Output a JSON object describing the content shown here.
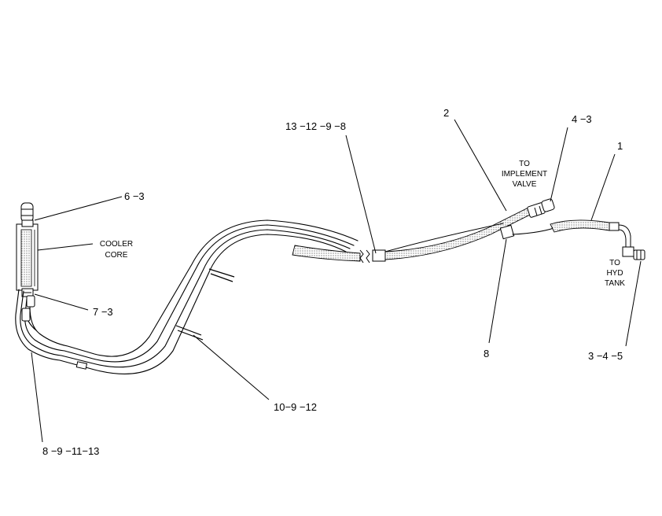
{
  "callouts": {
    "c_6_3": "6 −3",
    "c_7_3": "7 −3",
    "c_8_9_11_13": "8 −9 −11−13",
    "c_10_9_12": "10−9 −12",
    "c_13_12_9_8": "13 −12 −9 −8",
    "c_2": "2",
    "c_4_3": "4 −3",
    "c_1": "1",
    "c_8": "8",
    "c_3_4_5": "3 −4 −5"
  },
  "notes": {
    "cooler_line1": "COOLER",
    "cooler_line2": "CORE",
    "impl_line1": "TO",
    "impl_line2": "IMPLEMENT",
    "impl_line3": "VALVE",
    "tank_line1": "TO",
    "tank_line2": "HYD",
    "tank_line3": "TANK"
  },
  "colors": {
    "line": "#000000",
    "background": "#ffffff"
  }
}
